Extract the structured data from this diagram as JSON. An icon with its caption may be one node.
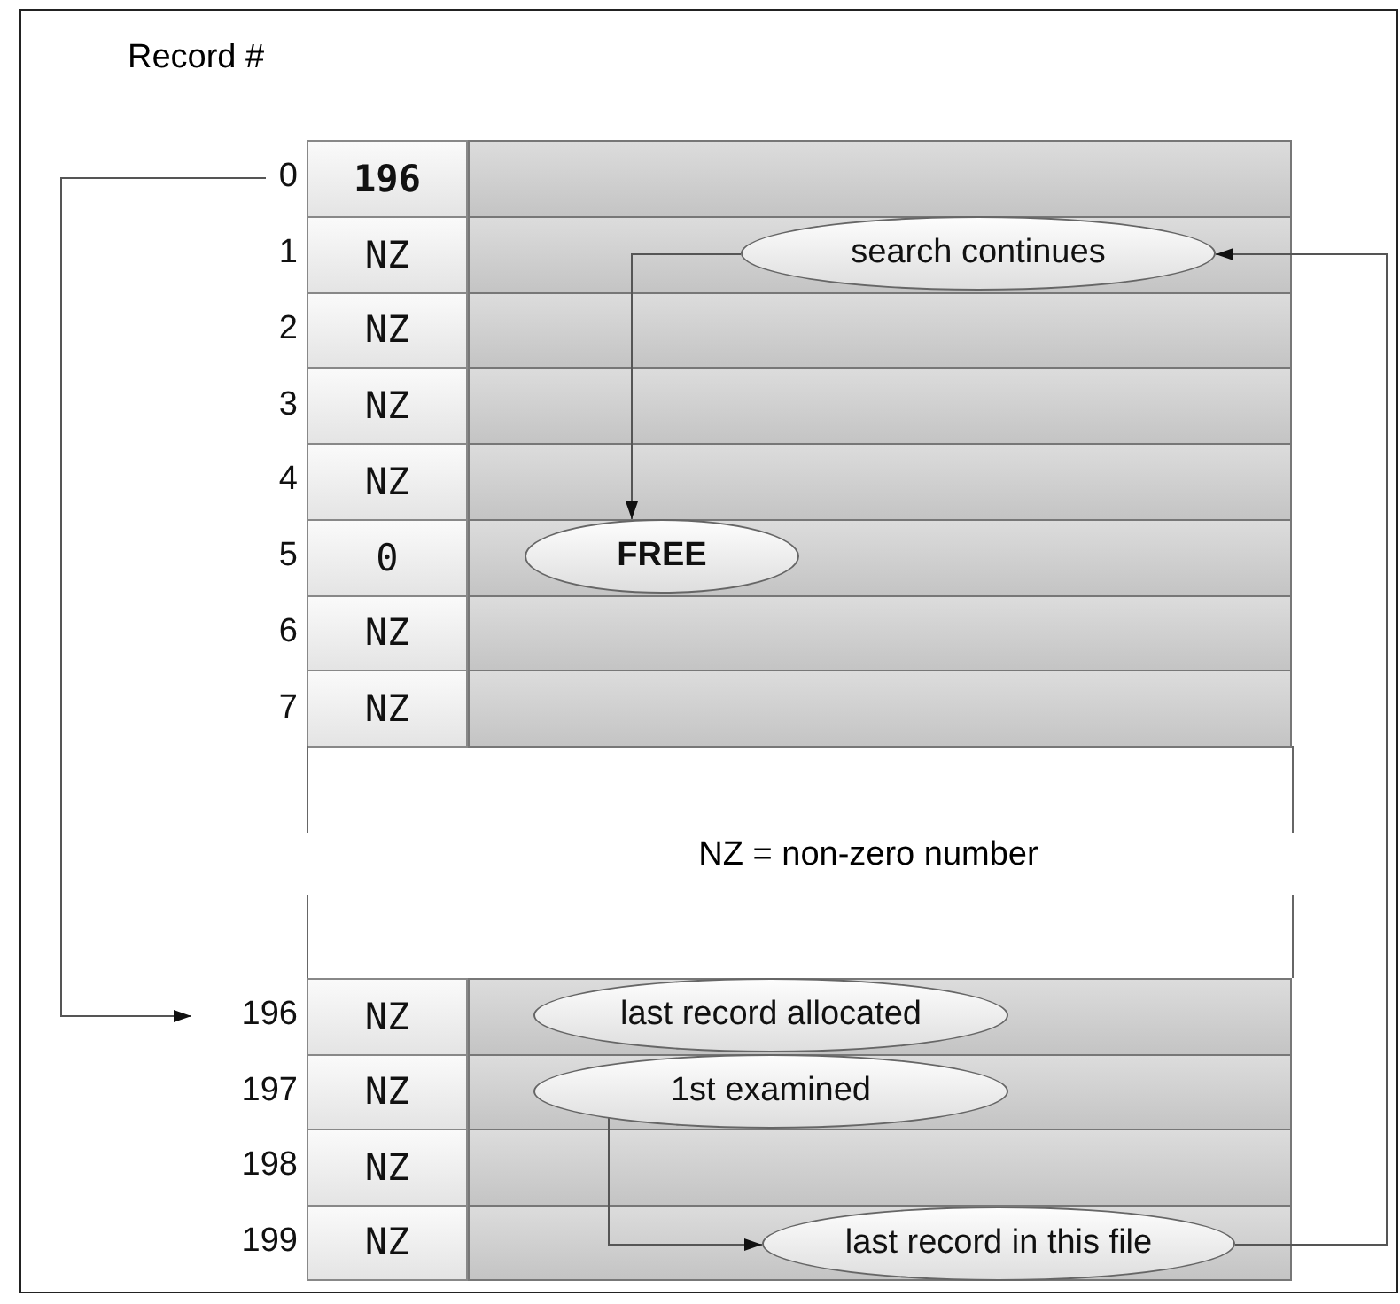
{
  "diagram": {
    "nodes": [
      {
        "text": [
          "0"
        ]
      },
      {
        "text": [
          "search continues"
        ]
      },
      {
        "text": [
          "FREE"
        ]
      },
      {
        "text": [
          "196"
        ]
      },
      {
        "text": [
          "last record allocated"
        ]
      },
      {
        "text": [
          "1st examined"
        ]
      },
      {
        "text": [
          "last record in this file"
        ]
      }
    ],
    "edges": [
      {
        "from": 0,
        "to": 3,
        "arrow": "to"
      },
      {
        "from": 1,
        "to": 2,
        "arrow": "to"
      },
      {
        "from": 5,
        "to": 6,
        "arrow": "to"
      },
      {
        "from": 6,
        "to": 1,
        "arrow": "to"
      }
    ],
    "labels": [
      "Record #",
      "196",
      "1",
      "NZ",
      "2",
      "NZ",
      "3",
      "NZ",
      "4",
      "NZ",
      "5",
      "0",
      "6",
      "NZ",
      "7",
      "NZ",
      "NZ = non-zero number",
      "NZ",
      "197",
      "NZ",
      "198",
      "NZ",
      "199",
      "NZ"
    ]
  }
}
